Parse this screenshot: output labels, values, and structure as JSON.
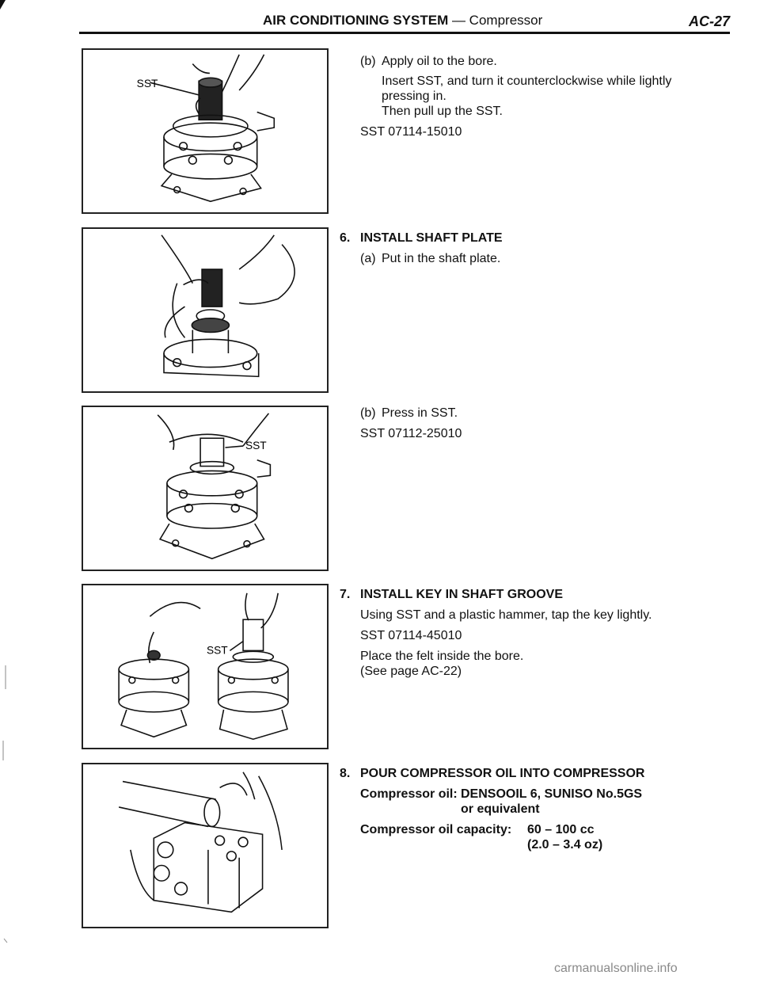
{
  "header": {
    "title_bold": "AIR CONDITIONING SYSTEM",
    "title_rest": " — Compressor",
    "page": "AC-27"
  },
  "figures": {
    "fig1_label": "SST",
    "fig3_label": "SST",
    "fig4_label": "SST"
  },
  "block_b1": {
    "label": "(b)",
    "line1": "Apply oil to the bore.",
    "line2": "Insert SST, and turn it counterclockwise while lightly",
    "line3": "pressing in.",
    "line4": "Then pull up the SST.",
    "sst": "SST 07114-15010"
  },
  "step6": {
    "num": "6.",
    "title": "INSTALL SHAFT PLATE",
    "a_label": "(a)",
    "a_text": "Put in the shaft plate.",
    "b_label": "(b)",
    "b_text": "Press in SST.",
    "sst": "SST 07112-25010"
  },
  "step7": {
    "num": "7.",
    "title": "INSTALL KEY IN SHAFT GROOVE",
    "line1": "Using SST and a plastic hammer, tap the key lightly.",
    "sst": "SST 07114-45010",
    "line2": "Place the felt inside the bore.",
    "line3": "(See page AC-22)"
  },
  "step8": {
    "num": "8.",
    "title": "POUR COMPRESSOR OIL INTO COMPRESSOR",
    "oil_label": "Compressor oil:",
    "oil_value1": "DENSOOIL 6, SUNISO No.5GS",
    "oil_value2": "or equivalent",
    "cap_label": "Compressor oil capacity:",
    "cap_value1": "60 – 100 cc",
    "cap_value2": "(2.0 – 3.4 oz)"
  },
  "footer": {
    "watermark": "carmanualsonline.info"
  }
}
